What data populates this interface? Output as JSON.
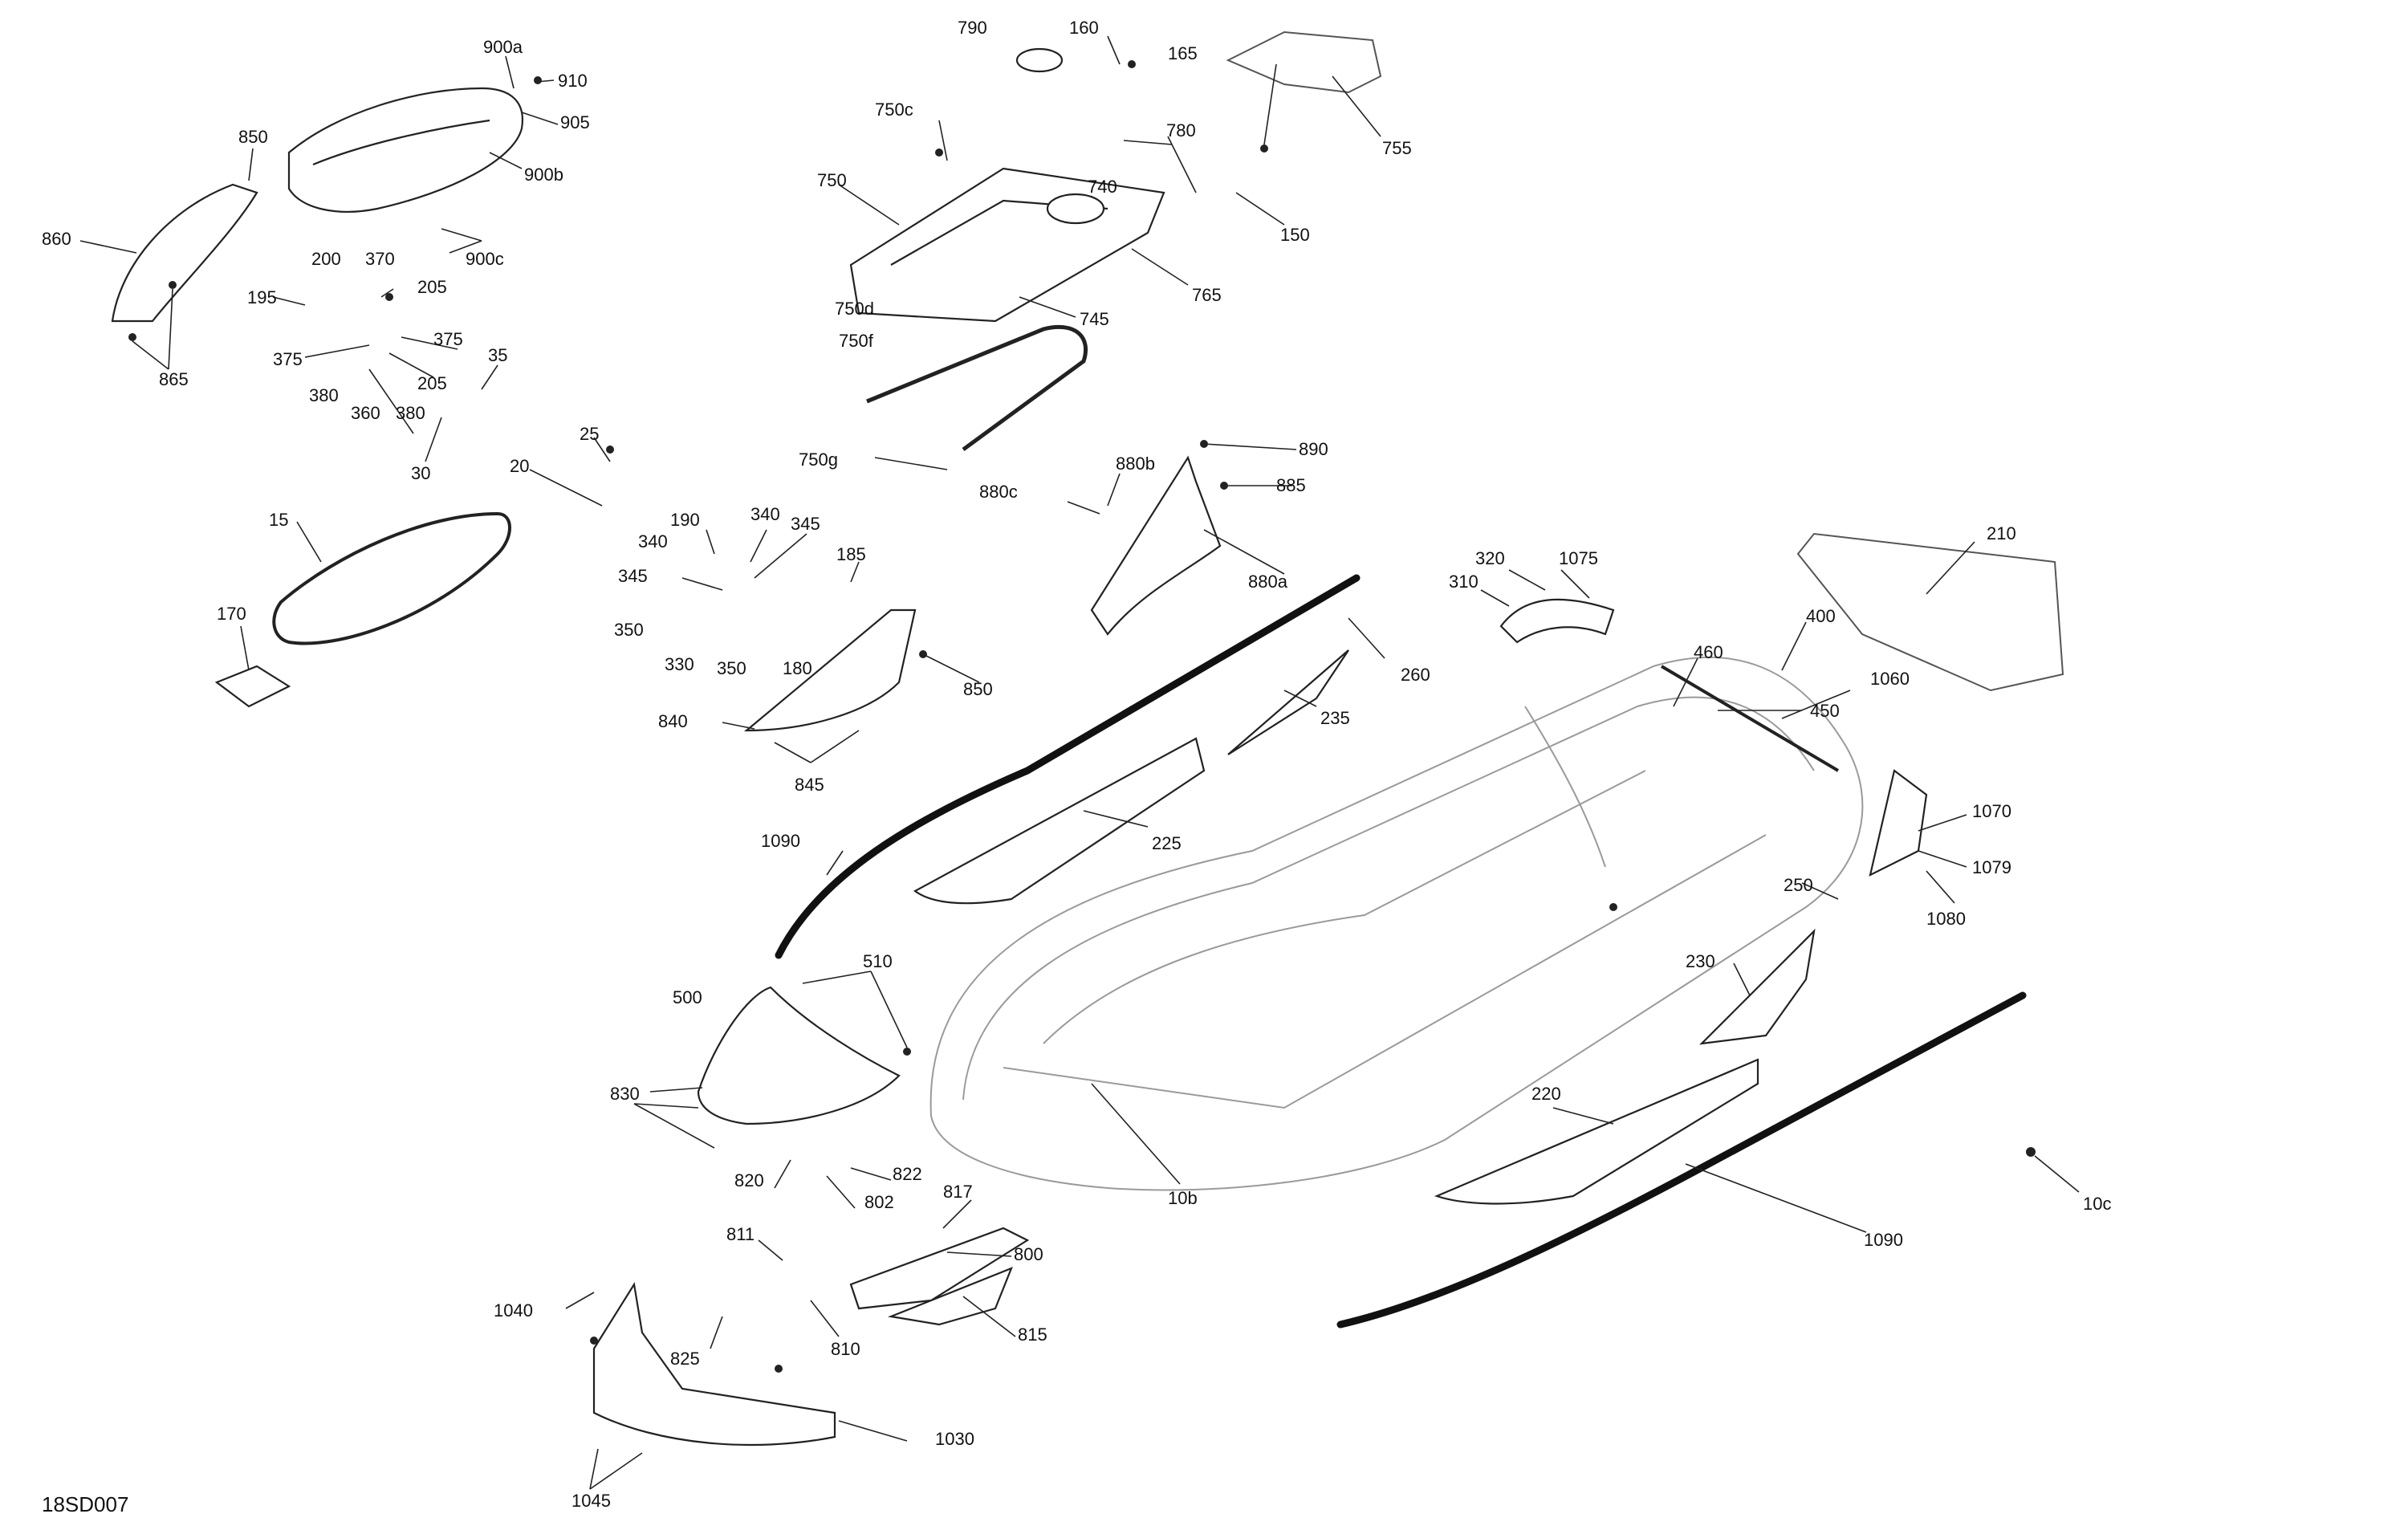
{
  "figure_code": "18SD007",
  "callouts": [
    "900a",
    "910",
    "905",
    "900b",
    "900c",
    "850",
    "860",
    "865",
    "200",
    "370",
    "205",
    "195",
    "375",
    "380",
    "360",
    "35",
    "30",
    "790",
    "160",
    "165",
    "755",
    "750c",
    "780",
    "740",
    "750",
    "150",
    "765",
    "750d",
    "750f",
    "745",
    "750g",
    "25",
    "20",
    "15",
    "170",
    "190",
    "340",
    "345",
    "330",
    "180",
    "185",
    "880b",
    "880c",
    "890",
    "885",
    "880a",
    "320",
    "1075",
    "310",
    "210",
    "400",
    "460",
    "450",
    "1060",
    "260",
    "235",
    "225",
    "1090",
    "10b",
    "510",
    "500",
    "830",
    "820",
    "822",
    "802",
    "817",
    "800",
    "811",
    "810",
    "815",
    "1040",
    "825",
    "1030",
    "1045",
    "250",
    "230",
    "220",
    "1070",
    "1079",
    "1080",
    "10c"
  ]
}
